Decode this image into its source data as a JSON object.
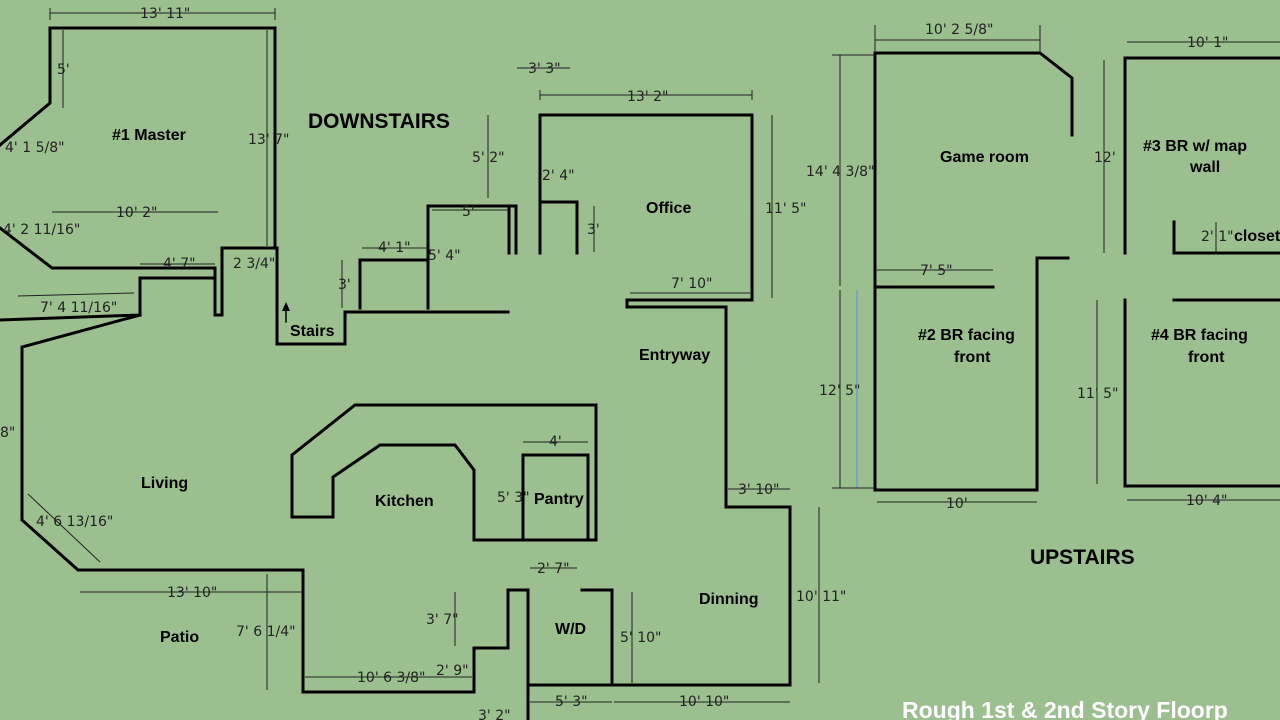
{
  "sections": {
    "downstairs": "DOWNSTAIRS",
    "upstairs": "UPSTAIRS"
  },
  "footer": "Rough 1st & 2nd Story Floorp",
  "rooms": [
    "#1 Master",
    "Stairs",
    "Office",
    "Entryway",
    "Living",
    "Kitchen",
    "Pantry",
    "Patio",
    "W/D",
    "Dinning",
    "Game room",
    "#3 BR w/ map",
    "wall",
    "closet",
    "#2 BR facing",
    "front",
    "#4 BR facing",
    "front"
  ],
  "dimensions": [
    "13' 11\"",
    "5'",
    "13' 7\"",
    "4' 1 5/8\"",
    "10' 2\"",
    "4' 2 11/16\"",
    "4' 7\"",
    "2 3/4\"",
    "7' 4 11/16\"",
    "4' 1\"",
    "3'",
    "5' 4\"",
    "5'",
    "3' 3\"",
    "13' 2\"",
    "5' 2\"",
    "2' 4\"",
    "3'",
    "11' 5\"",
    "7' 10\"",
    "8\"",
    "4' 6 13/16\"",
    "4'",
    "5' 3\"",
    "3' 10\"",
    "13' 10\"",
    "7' 6 1/4\"",
    "3' 7\"",
    "2' 7\"",
    "5' 10\"",
    "10' 11\"",
    "10' 6 3/8\"",
    "2' 9\"",
    "3' 2\"",
    "5' 3\"",
    "10' 10\"",
    "10' 2 5/8\"",
    "14' 4 3/8\"",
    "7' 5\"",
    "12' 5\"",
    "10'",
    "10' 1\"",
    "12'",
    "2' 1\"",
    "11' 5\"",
    "10' 4\""
  ]
}
